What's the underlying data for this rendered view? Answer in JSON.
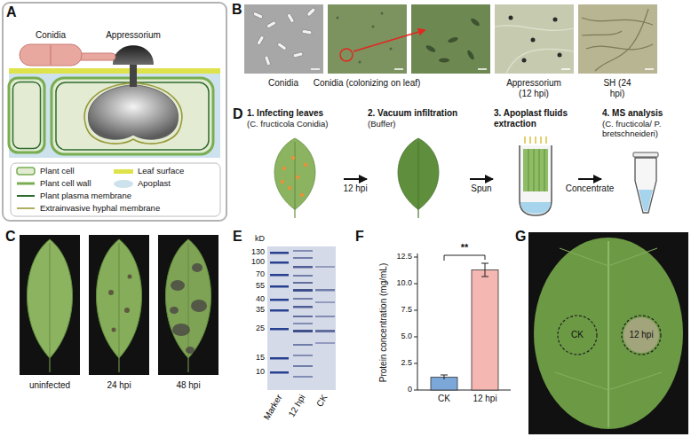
{
  "diagram": {
    "nodes": [
      {
        "text": [
          "1. Infecting leaves",
          "(C. fructicola Conidia)"
        ]
      },
      {
        "text": [
          "2. Vacuum infiltration",
          "(Buffer)"
        ]
      },
      {
        "text": [
          "3. Apoplast fluids extraction"
        ]
      },
      {
        "text": [
          "4. MS analysis",
          "(C. fructicola/ P. bretschneideri)"
        ]
      }
    ],
    "edges": [
      {
        "from": 0,
        "to": 1,
        "arrow": "to",
        "label": "12 hpi"
      },
      {
        "from": 1,
        "to": 2,
        "arrow": "to",
        "label": "Spun"
      },
      {
        "from": 2,
        "to": 3,
        "arrow": "to",
        "label": "Concentrate"
      }
    ],
    "labels": [
      "A",
      "Conidia",
      "Appressorium",
      "B",
      "Conidia",
      "Conidia (colonizing on leaf)",
      "Appressorium (12 hpi)",
      "SH (24 hpi)",
      "C",
      "uninfected",
      "24 hpi",
      "48 hpi",
      "D",
      "E",
      "kD",
      "130",
      "100",
      "70",
      "55",
      "40",
      "35",
      "25",
      "15",
      "10",
      "Marker",
      "12 hpi",
      "CK",
      "F",
      "Protein concentration (mg/mL)",
      "0",
      "2.5",
      "5.0",
      "7.5",
      "10.0",
      "12.5",
      "**",
      "CK",
      "12 hpi",
      "G",
      "CK",
      "12 hpi"
    ],
    "legend": [
      {
        "text": "Plant cell"
      },
      {
        "text": "Leaf surface",
        "color": "#dfe34b"
      },
      {
        "text": "Plant cell wall"
      },
      {
        "text": "Apoplast",
        "color": "#cde2ec"
      },
      {
        "text": "Plant plasma membrane"
      },
      {
        "text": "Extrainvasive hyphal membrane"
      }
    ]
  }
}
